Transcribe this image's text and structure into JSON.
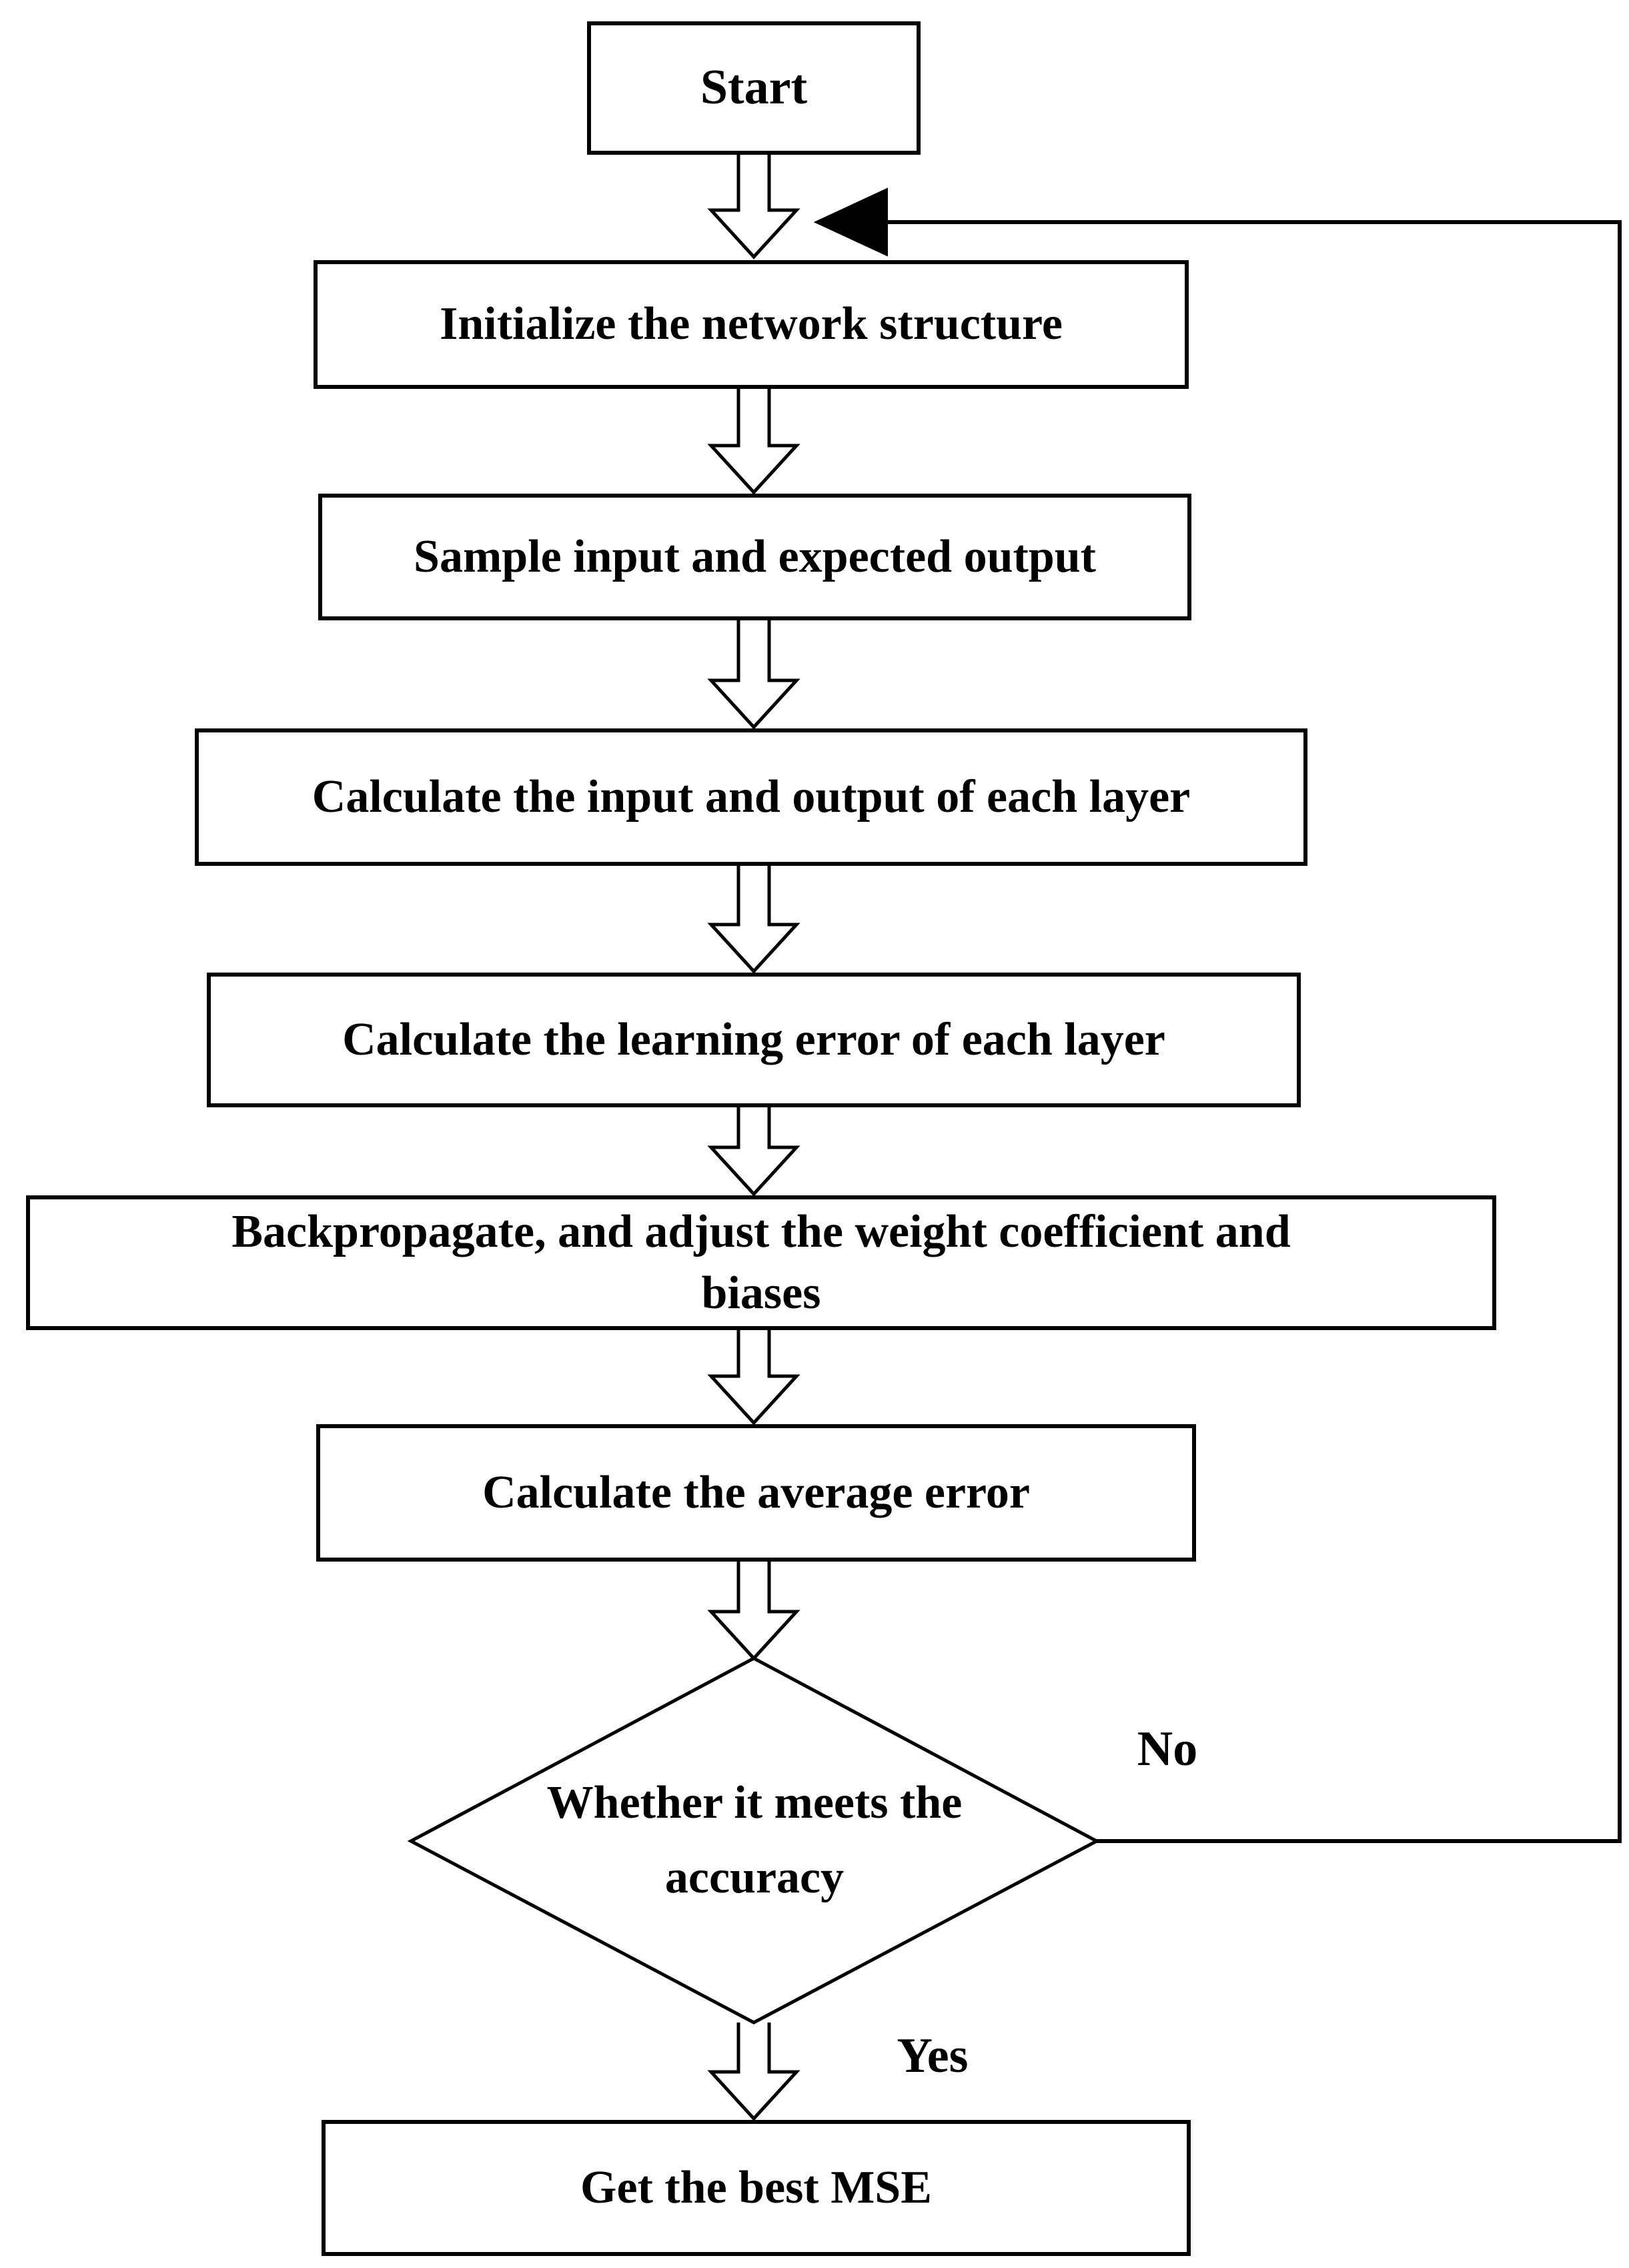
{
  "flowchart": {
    "nodes": {
      "start": {
        "label": "Start"
      },
      "initialize": {
        "label": "Initialize the network structure"
      },
      "sample": {
        "label": "Sample input and expected output"
      },
      "calc_io": {
        "label": "Calculate the input and output of each layer"
      },
      "calc_error": {
        "label": "Calculate the learning error of each layer"
      },
      "backpropagate": {
        "line1": "Backpropagate, and adjust the weight coefficient and",
        "line2": "biases"
      },
      "average_error": {
        "label": "Calculate the average error"
      },
      "decision": {
        "line1": "Whether it meets the",
        "line2": "accuracy"
      },
      "best_mse": {
        "label": "Get the best MSE"
      }
    },
    "branch_labels": {
      "no": "No",
      "yes": "Yes"
    },
    "colors": {
      "stroke": "#000000",
      "node_fill": "#ffffff",
      "background": "#ffffff"
    }
  }
}
